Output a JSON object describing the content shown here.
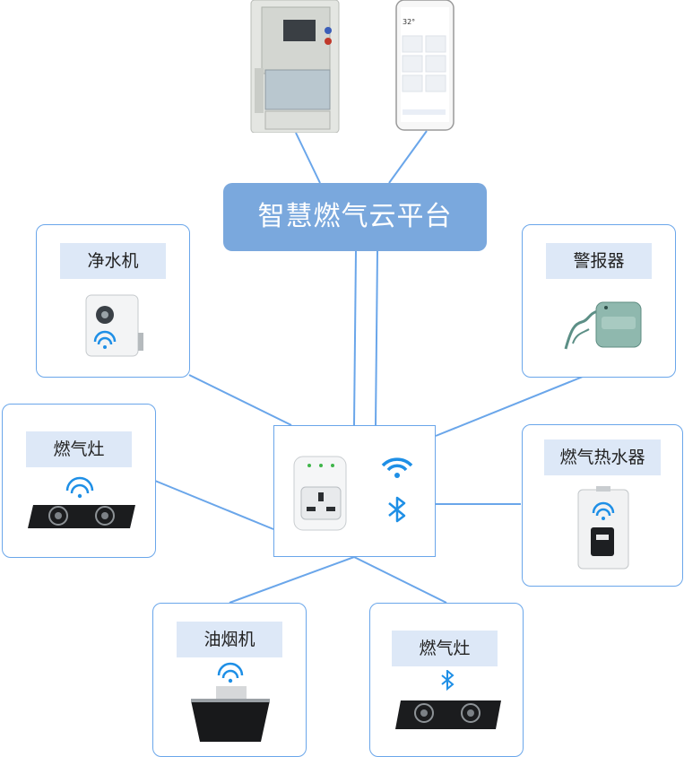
{
  "platform": {
    "title": "智慧燃气云平台"
  },
  "devices": {
    "water_purifier": {
      "label": "净水机"
    },
    "alarm": {
      "label": "警报器"
    },
    "stove_left": {
      "label": "燃气灶"
    },
    "water_heater": {
      "label": "燃气热水器"
    },
    "range_hood": {
      "label": "油烟机"
    },
    "stove_bottom": {
      "label": "燃气灶"
    }
  },
  "phone": {
    "temp": "32°"
  },
  "colors": {
    "line": "#6aa6ea",
    "platform": "#7aa8dd",
    "label_bg": "#dde8f7",
    "wifi": "#1e8fe6",
    "bluetooth": "#1e8fe6"
  },
  "icons": [
    "wifi-icon",
    "bluetooth-icon",
    "gas-meter",
    "smartphone",
    "smart-socket"
  ]
}
